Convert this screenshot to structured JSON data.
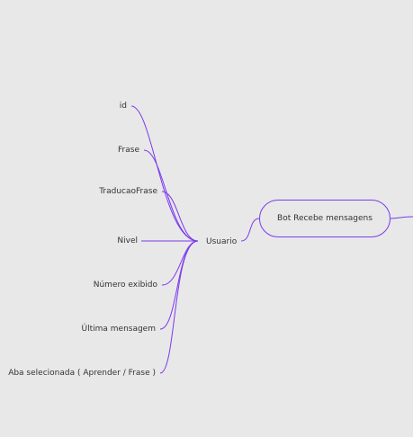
{
  "mindmap": {
    "root": "Bot Recebe mensagens",
    "hub": "Usuario",
    "children": [
      "id",
      "Frase",
      "TraducaoFrase",
      "Nivel",
      "Número exibido",
      "Última mensagem",
      "Aba selecionada ( Aprender / Frase )"
    ]
  },
  "colors": {
    "background": "#e8e8e8",
    "line": "#7c3aed",
    "text": "#333333"
  }
}
